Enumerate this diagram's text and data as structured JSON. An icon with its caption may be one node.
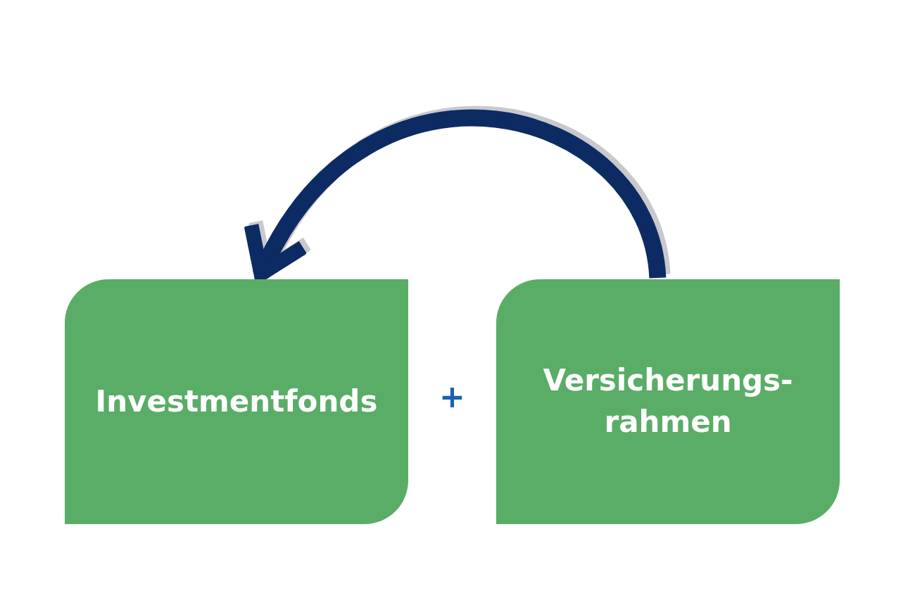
{
  "diagram": {
    "nodes": [
      {
        "text": [
          "Investmentfonds"
        ]
      },
      {
        "text": [
          "Versicherungs- rahmen"
        ]
      }
    ],
    "edges": [
      {
        "from": 1,
        "to": 0,
        "arrow": "to"
      }
    ],
    "labels": [
      "+"
    ]
  }
}
